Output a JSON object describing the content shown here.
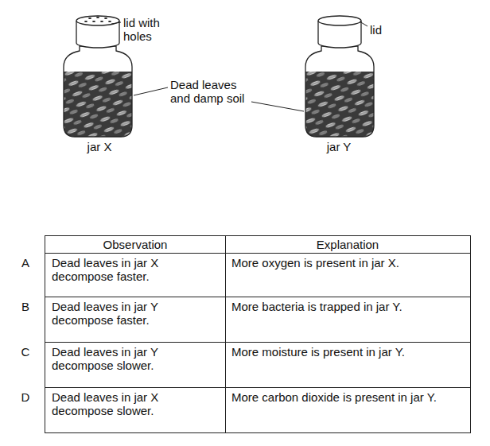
{
  "diagram": {
    "labels": [
      "lid with holes",
      "lid",
      "Dead leaves and damp soil",
      "jar X",
      "jar Y",
      "Observation",
      "Explanation",
      "A",
      "Dead leaves in jar X decompose faster.",
      "More oxygen is present in jar X.",
      "B",
      "Dead leaves in jar Y decompose faster.",
      "More bacteria is trapped in jar Y.",
      "C",
      "Dead leaves in jar Y decompose slower.",
      "More moisture is present in jar Y.",
      "D",
      "Dead leaves in jar X decompose slower.",
      "More carbon dioxide is present in jar Y."
    ]
  }
}
